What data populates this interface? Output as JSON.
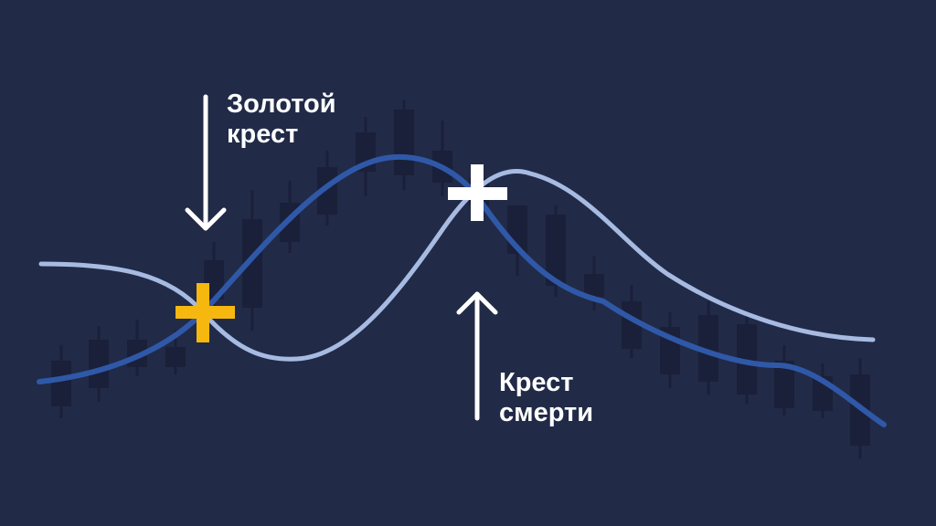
{
  "colors": {
    "background": "#212a47",
    "candle": "#1a2039",
    "fast_ma": "#2f58a8",
    "slow_ma": "#a7bbe2",
    "golden_cross": "#f6b80f",
    "death_cross": "#ffffff",
    "text": "#ffffff"
  },
  "labels": {
    "golden_cross": [
      "Золотой",
      "крест"
    ],
    "death_cross": [
      "Крест",
      "смерти"
    ]
  },
  "icons": {
    "golden_marker": "plus-icon",
    "death_marker": "plus-icon",
    "golden_arrow": "arrow-down-icon",
    "death_arrow": "arrow-up-icon"
  }
}
